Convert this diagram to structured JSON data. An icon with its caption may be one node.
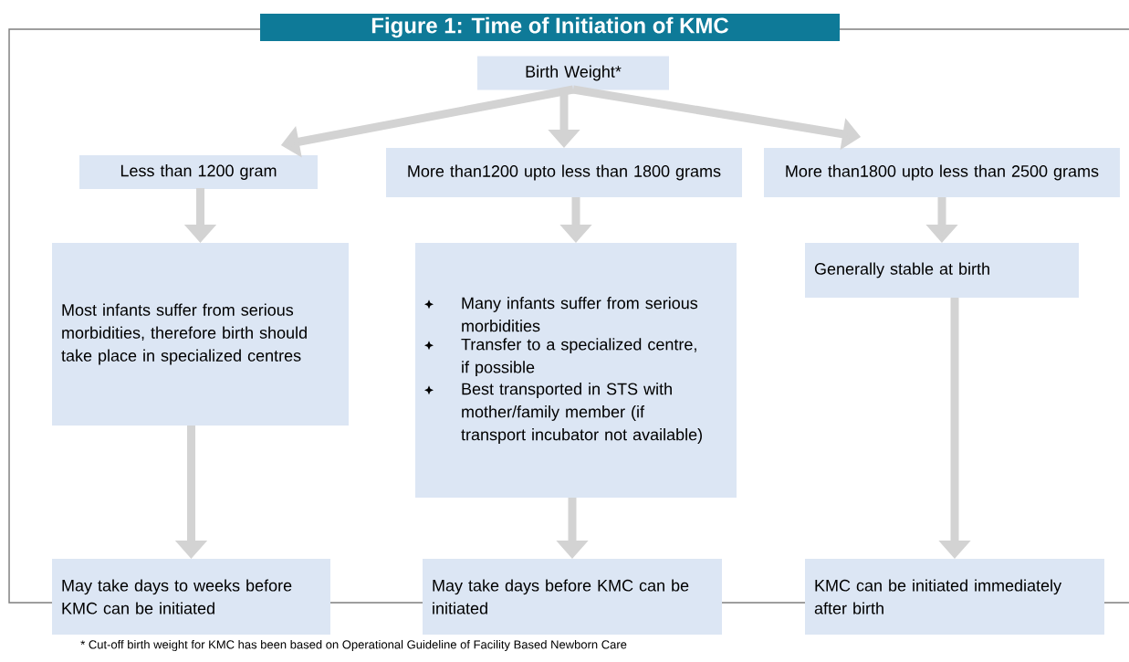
{
  "diagram": {
    "title": "Figure 1: Time of Initiation of KMC",
    "caption": "* Cut-off birth weight for KMC has been based on Operational Guideline of Facility Based Newborn Care",
    "nodes": [
      {
        "text": [
          "Birth Weight*"
        ]
      },
      {
        "text": [
          "Less than 1200 gram"
        ]
      },
      {
        "text": [
          "More than1200 upto less than 1800 grams"
        ]
      },
      {
        "text": [
          "More than1800 upto less than 2500 grams"
        ]
      },
      {
        "text": [
          "Most infants suffer from serious morbidities, therefore birth should take place in specialized centres"
        ]
      },
      {
        "text": [
          "Many infants suffer from serious morbidities",
          "Transfer to a specialized centre, if possible",
          "Best transported in STS with mother/family member (if transport incubator not available)"
        ]
      },
      {
        "text": [
          "Generally stable at birth"
        ]
      },
      {
        "text": [
          "May take days to weeks before KMC can be initiated"
        ]
      },
      {
        "text": [
          "May take days before KMC can be initiated"
        ]
      },
      {
        "text": [
          "KMC can be initiated immediately after birth"
        ]
      }
    ],
    "edges": [
      {
        "from": 0,
        "to": 1,
        "arrow": "to"
      },
      {
        "from": 0,
        "to": 2,
        "arrow": "to"
      },
      {
        "from": 0,
        "to": 3,
        "arrow": "to"
      },
      {
        "from": 1,
        "to": 4,
        "arrow": "to"
      },
      {
        "from": 2,
        "to": 5,
        "arrow": "to"
      },
      {
        "from": 3,
        "to": 6,
        "arrow": "to"
      },
      {
        "from": 4,
        "to": 7,
        "arrow": "to"
      },
      {
        "from": 5,
        "to": 8,
        "arrow": "to"
      },
      {
        "from": 6,
        "to": 9,
        "arrow": "to"
      }
    ]
  }
}
